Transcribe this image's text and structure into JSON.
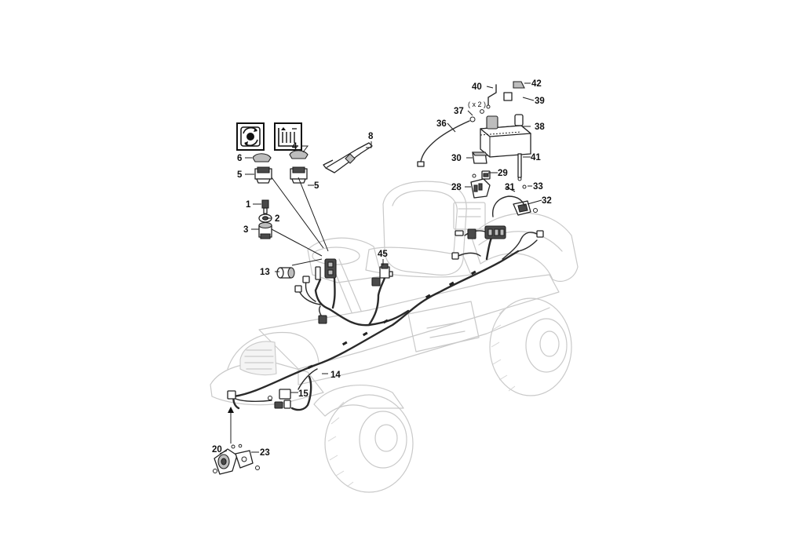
{
  "callouts": {
    "c1": "1",
    "c2": "2",
    "c3": "3",
    "c4": "4",
    "c5a": "5",
    "c5b": "5",
    "c6": "6",
    "c8": "8",
    "c13": "13",
    "c14": "14",
    "c15": "15",
    "c20": "20",
    "c23": "23",
    "c28": "28",
    "c29": "29",
    "c30": "30",
    "c31": "31",
    "c32": "32",
    "c33": "33",
    "c36": "36",
    "c37": "37",
    "c38": "38",
    "c39": "39",
    "c40": "40",
    "c41": "41",
    "c42": "42",
    "c45": "45"
  },
  "notes": {
    "quantity": "( x 2 )"
  },
  "icons": {
    "switch_symbol_left": "rotating-blade-symbol-icon",
    "switch_symbol_right": "hydraulic-lift-symbol-icon"
  }
}
